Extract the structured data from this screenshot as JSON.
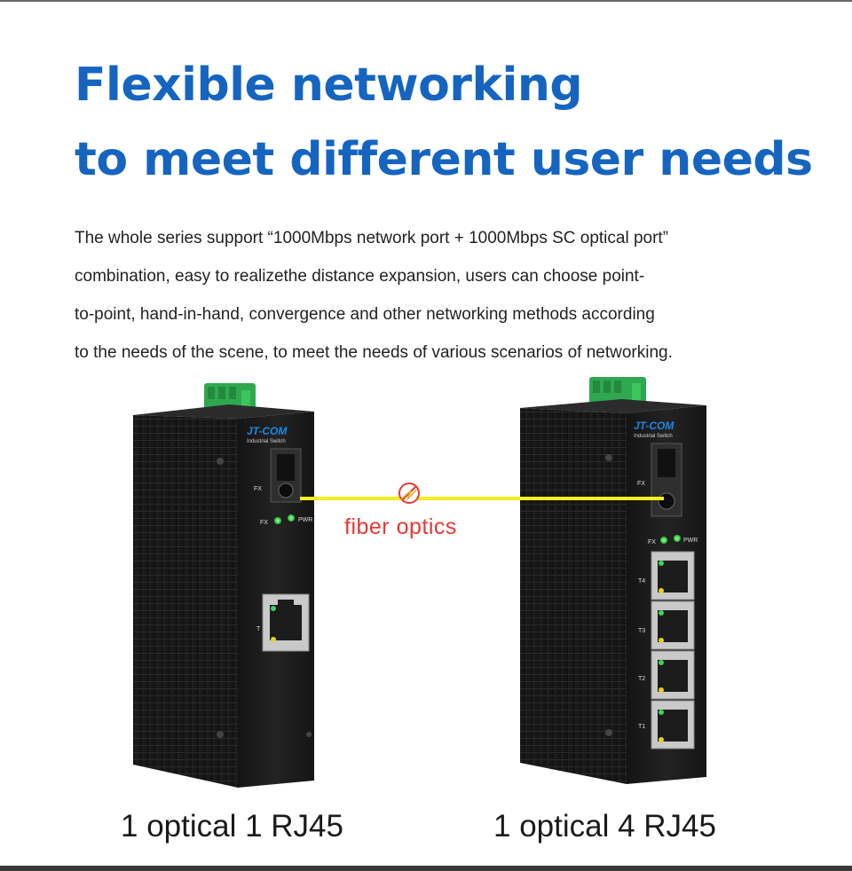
{
  "headline": {
    "line1": "Flexible networking",
    "line2": "to meet different user needs"
  },
  "description": [
    "The whole series support “1000Mbps network port + 1000Mbps SC optical port”",
    "combination, easy to realizethe distance expansion, users can choose point-",
    "to-point, hand-in-hand, convergence and other networking methods according",
    "to the needs of the scene, to meet the needs of various scenarios of networking."
  ],
  "fiber_label": "fiber optics",
  "colors": {
    "headline": "#1565c0",
    "fiber_line": "#f5ee20",
    "fiber_label": "#e53935",
    "terminal": "#2fa84f"
  },
  "devices": [
    {
      "brand": "JT-COM",
      "subtitle": "Industrial Switch",
      "fx_label": "FX",
      "led_labels": [
        "FX",
        "PWR"
      ],
      "ports": [
        "T"
      ],
      "caption": "1 optical 1 RJ45"
    },
    {
      "brand": "JT-COM",
      "subtitle": "Industrial Switch",
      "fx_label": "FX",
      "led_labels": [
        "FX",
        "PWR"
      ],
      "ports": [
        "T4",
        "T3",
        "T2",
        "T1"
      ],
      "caption": "1 optical 4 RJ45"
    }
  ],
  "icons": {
    "fiber_break": "no-signal-icon"
  }
}
